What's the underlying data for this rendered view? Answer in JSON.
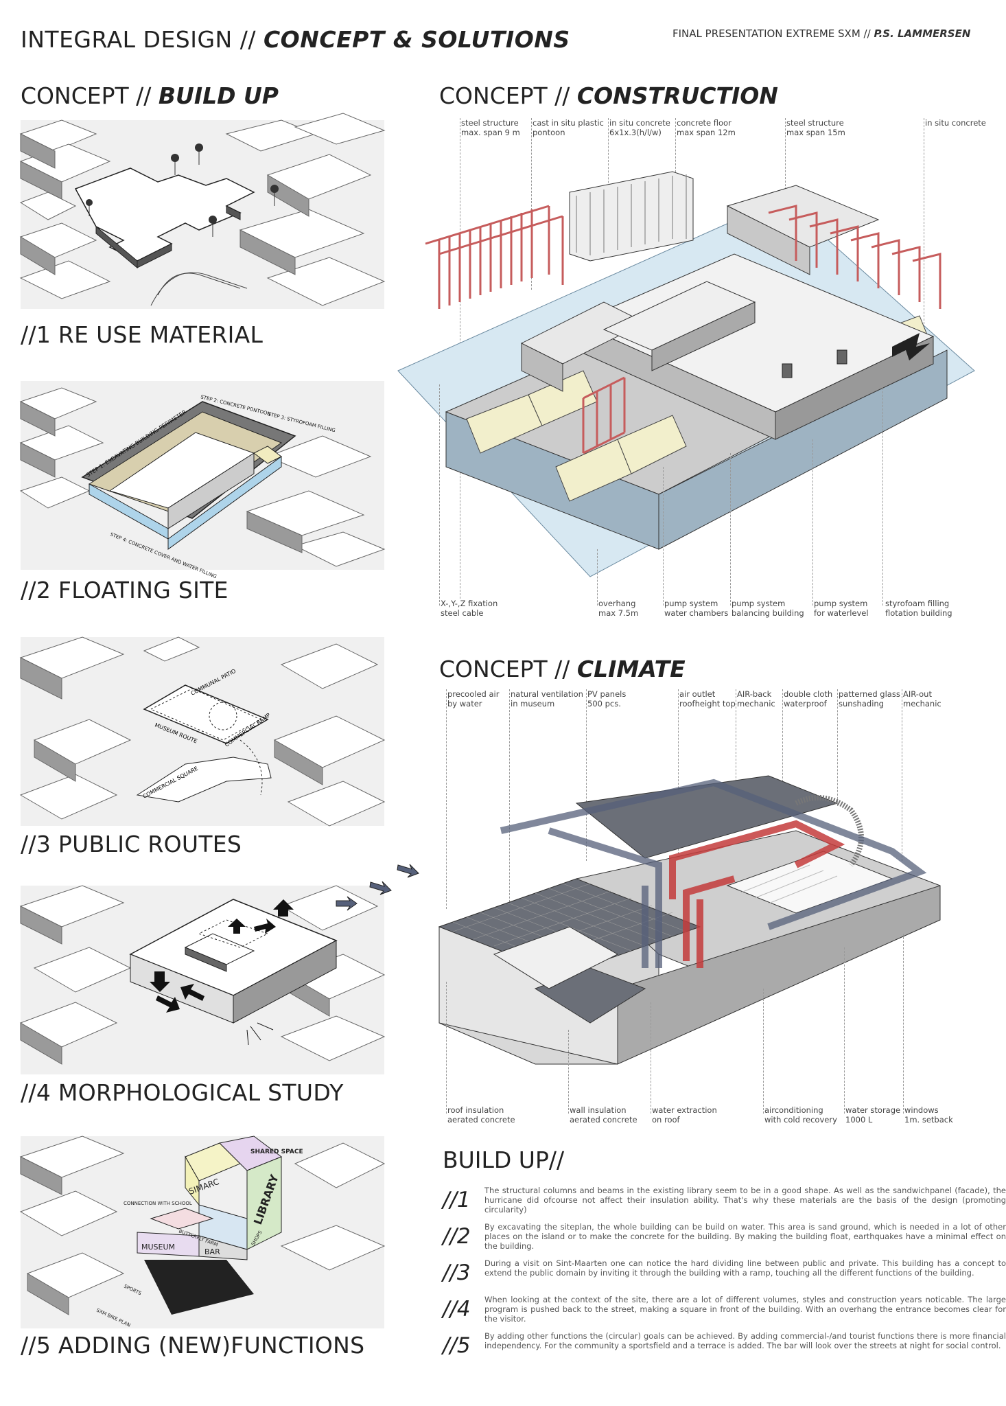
{
  "header": {
    "title_plain": "INTEGRAL DESIGN // ",
    "title_bold": "CONCEPT & SOLUTIONS",
    "right_plain": "FINAL PRESENTATION EXTREME SXM // ",
    "right_bold": "P.S. LAMMERSEN"
  },
  "build_up_section": {
    "heading_plain": "CONCEPT // ",
    "heading_bold": "BUILD UP",
    "steps": [
      {
        "label": "//1  RE USE MATERIAL"
      },
      {
        "label": "//2  FLOATING SITE",
        "notes": [
          "STEP 1: EXCAVATING BUILDING PERIMETER",
          "STEP 2: CONCRETE PONTOON",
          "STEP 3: STYROFOAM FILLING",
          "STEP 4: CONCRETE COVER AND WATER FILLING"
        ]
      },
      {
        "label": "//3 PUBLIC ROUTES",
        "notes": [
          "COMMUNAL PATIO",
          "MUSEUM ROUTE",
          "COMMERCIAL RAMP",
          "COMMERCIAL SQUARE"
        ]
      },
      {
        "label": "//4 MORPHOLOGICAL STUDY"
      },
      {
        "label": "//5 ADDING (NEW)FUNCTIONS",
        "notes": [
          "SHARED SPACE",
          "SIMARC",
          "LIBRARY",
          "CONNECTION WITH SCHOOL",
          "BUTTERFLY FARM",
          "MUSEUM",
          "BAR",
          "SHOPS",
          "SPORTS",
          "SXM BIKE PLAN"
        ]
      }
    ]
  },
  "construction": {
    "heading_plain": "CONCEPT // ",
    "heading_bold": "CONSTRUCTION",
    "top_labels": [
      "steel structure\nmax. span 9 m",
      "cast in situ plastic\npontoon",
      "in situ concrete\n6x1x.3(h/l/w)",
      "concrete floor\nmax span 12m",
      "steel structure\nmax span 15m",
      "in situ concrete"
    ],
    "bottom_labels": [
      "X-,Y-,Z fixation\nsteel cable",
      "overhang\nmax 7.5m",
      "pump system\nwater chambers",
      "pump system\nbalancing building",
      "pump system\nfor waterlevel",
      "styrofoam filling\nflotation building"
    ]
  },
  "climate": {
    "heading_plain": "CONCEPT // ",
    "heading_bold": "CLIMATE",
    "top_labels": [
      "precooled air\nby water",
      "natural ventilation\nin museum",
      "PV panels\n500 pcs.",
      "air outlet\nroofheight top",
      "AIR-back\nmechanic",
      "double cloth\nwaterproof",
      "patterned glass\nsunshading",
      "AIR-out\nmechanic"
    ],
    "bottom_labels": [
      "roof insulation\naerated concrete",
      "wall insulation\naerated concrete",
      "water extraction\non roof",
      "airconditioning\nwith cold recovery",
      "water storage\n1000 L",
      "windows\n1m. setback"
    ]
  },
  "build_up_text": {
    "heading": "BUILD UP//",
    "items": [
      {
        "num": "//1",
        "text": "The structural columns and beams in the existing library seem to be in a good shape. As well as the sandwichpanel (facade), the hurricane did ofcourse not affect their insulation ability. That's why these materials are the basis of the design (promoting circularity)"
      },
      {
        "num": "//2",
        "text": "By excavating the siteplan, the whole building can be build on water. This area is sand ground, which is needed in a lot of other places on the island or to make the concrete for the building. By making the building float, earthquakes have a minimal effect on the building."
      },
      {
        "num": "//3",
        "text": "During a visit on Sint-Maarten one can notice the hard dividing line between public and private. This building has a concept to extend the public domain by inviting it through the building with a ramp, touching all the different functions of the building."
      },
      {
        "num": "//4",
        "text": "When looking at the context of the site, there are a lot of different volumes, styles and construction years noticable. The large program is pushed back to the street, making a square in front of the building. With an overhang the entrance becomes clear for the visitor."
      },
      {
        "num": "//5",
        "text": "By adding other functions the (circular) goals can be achieved. By adding commercial-/and tourist functions there is more financial independency. For the community a sportsfield and a terrace is added. The bar will look over the streets at night for social control."
      }
    ]
  }
}
